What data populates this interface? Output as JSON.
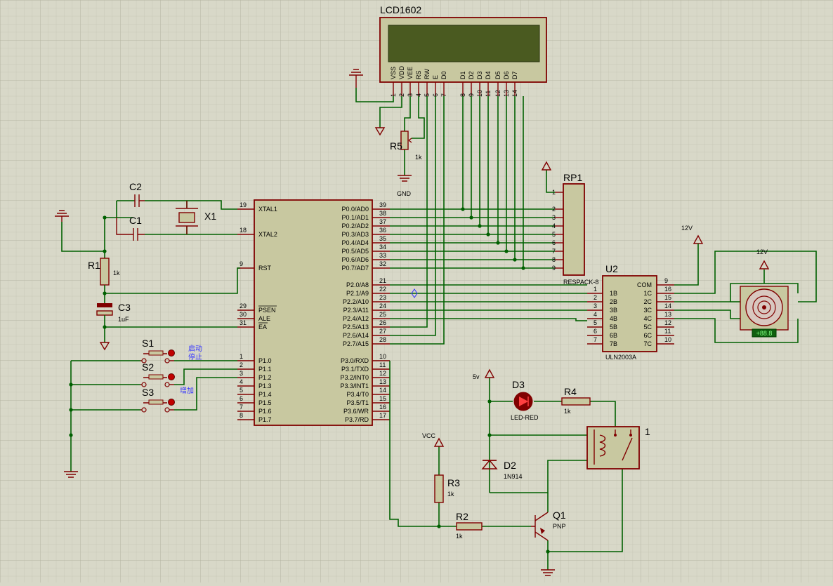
{
  "colors": {
    "sheet_bg": "#d8d8c8",
    "grid_minor": "#c4c4b2",
    "grid_major": "#b0b09c",
    "wire": "#006000",
    "part_outline": "#800000",
    "part_fill": "#c8c8a0",
    "lcd_screen": "#4a5a20",
    "label_blue": "#3333ff"
  },
  "lcd": {
    "ref": "LCD1602",
    "pins": [
      "VSS",
      "VDD",
      "VEE",
      "RS",
      "RW",
      "E",
      "D0",
      "D1",
      "D2",
      "D3",
      "D4",
      "D5",
      "D6",
      "D7"
    ],
    "pin_numbers": [
      "1",
      "2",
      "3",
      "4",
      "5",
      "6",
      "7",
      "8",
      "9",
      "10",
      "11",
      "12",
      "13",
      "14"
    ]
  },
  "r5": {
    "ref": "R5",
    "value": "1k",
    "gnd_label": "GND"
  },
  "mcu": {
    "left_pins": [
      {
        "num": "19",
        "label": "XTAL1"
      },
      {
        "num": "18",
        "label": "XTAL2"
      },
      {
        "num": "9",
        "label": "RST"
      },
      {
        "num": "29",
        "label": "PSEN"
      },
      {
        "num": "30",
        "label": "ALE"
      },
      {
        "num": "31",
        "label": "EA"
      },
      {
        "num": "1",
        "label": "P1.0"
      },
      {
        "num": "2",
        "label": "P1.1"
      },
      {
        "num": "3",
        "label": "P1.2"
      },
      {
        "num": "4",
        "label": "P1.3"
      },
      {
        "num": "5",
        "label": "P1.4"
      },
      {
        "num": "6",
        "label": "P1.5"
      },
      {
        "num": "7",
        "label": "P1.6"
      },
      {
        "num": "8",
        "label": "P1.7"
      }
    ],
    "right_pins": [
      {
        "num": "39",
        "label": "P0.0/AD0"
      },
      {
        "num": "38",
        "label": "P0.1/AD1"
      },
      {
        "num": "37",
        "label": "P0.2/AD2"
      },
      {
        "num": "36",
        "label": "P0.3/AD3"
      },
      {
        "num": "35",
        "label": "P0.4/AD4"
      },
      {
        "num": "34",
        "label": "P0.5/AD5"
      },
      {
        "num": "33",
        "label": "P0.6/AD6"
      },
      {
        "num": "32",
        "label": "P0.7/AD7"
      },
      {
        "num": "21",
        "label": "P2.0/A8"
      },
      {
        "num": "22",
        "label": "P2.1/A9"
      },
      {
        "num": "23",
        "label": "P2.2/A10"
      },
      {
        "num": "24",
        "label": "P2.3/A11"
      },
      {
        "num": "25",
        "label": "P2.4/A12"
      },
      {
        "num": "26",
        "label": "P2.5/A13"
      },
      {
        "num": "27",
        "label": "P2.6/A14"
      },
      {
        "num": "28",
        "label": "P2.7/A15"
      },
      {
        "num": "10",
        "label": "P3.0/RXD"
      },
      {
        "num": "11",
        "label": "P3.1/TXD"
      },
      {
        "num": "12",
        "label": "P3.2/INT0"
      },
      {
        "num": "13",
        "label": "P3.3/INT1"
      },
      {
        "num": "14",
        "label": "P3.4/T0"
      },
      {
        "num": "15",
        "label": "P3.5/T1"
      },
      {
        "num": "16",
        "label": "P3.6/WR"
      },
      {
        "num": "17",
        "label": "P3.7/RD"
      }
    ]
  },
  "crystal": {
    "c2": "C2",
    "c1": "C1",
    "x1": "X1"
  },
  "reset": {
    "r1": "R1",
    "r1_value": "1k",
    "c3": "C3",
    "c3_value": "1uF"
  },
  "switches": {
    "s1": "S1",
    "s2": "S2",
    "s3": "S3",
    "s1_label": "启动",
    "s1_label2": "停止",
    "s3_label": "增加"
  },
  "rp1": {
    "ref": "RP1",
    "part": "RESPACK-8",
    "pins": [
      "1",
      "2",
      "3",
      "4",
      "5",
      "6",
      "7",
      "8",
      "9"
    ]
  },
  "power": {
    "v12a": "12V",
    "v12b": "12V",
    "v5": "5v",
    "vcc": "VCC"
  },
  "u2": {
    "ref": "U2",
    "part": "ULN2003A",
    "left_pins": [
      {
        "num": "1",
        "label": "1B"
      },
      {
        "num": "2",
        "label": "2B"
      },
      {
        "num": "3",
        "label": "3B"
      },
      {
        "num": "4",
        "label": "4B"
      },
      {
        "num": "5",
        "label": "5B"
      },
      {
        "num": "6",
        "label": "6B"
      },
      {
        "num": "7",
        "label": "7B"
      }
    ],
    "right_pins": [
      {
        "num": "9",
        "label": "COM"
      },
      {
        "num": "16",
        "label": "1C"
      },
      {
        "num": "15",
        "label": "2C"
      },
      {
        "num": "14",
        "label": "3C"
      },
      {
        "num": "13",
        "label": "4C"
      },
      {
        "num": "12",
        "label": "5C"
      },
      {
        "num": "11",
        "label": "6C"
      },
      {
        "num": "10",
        "label": "7C"
      }
    ]
  },
  "motor": {
    "readout": "+88.8"
  },
  "relay_circuit": {
    "d3": "D3",
    "d3_part": "LED-RED",
    "r4": "R4",
    "r4_value": "1k",
    "relay": "1",
    "d2": "D2",
    "d2_part": "1N914",
    "r3": "R3",
    "r3_value": "1k",
    "r2": "R2",
    "r2_value": "1k",
    "q1": "Q1",
    "q1_part": "PNP"
  }
}
